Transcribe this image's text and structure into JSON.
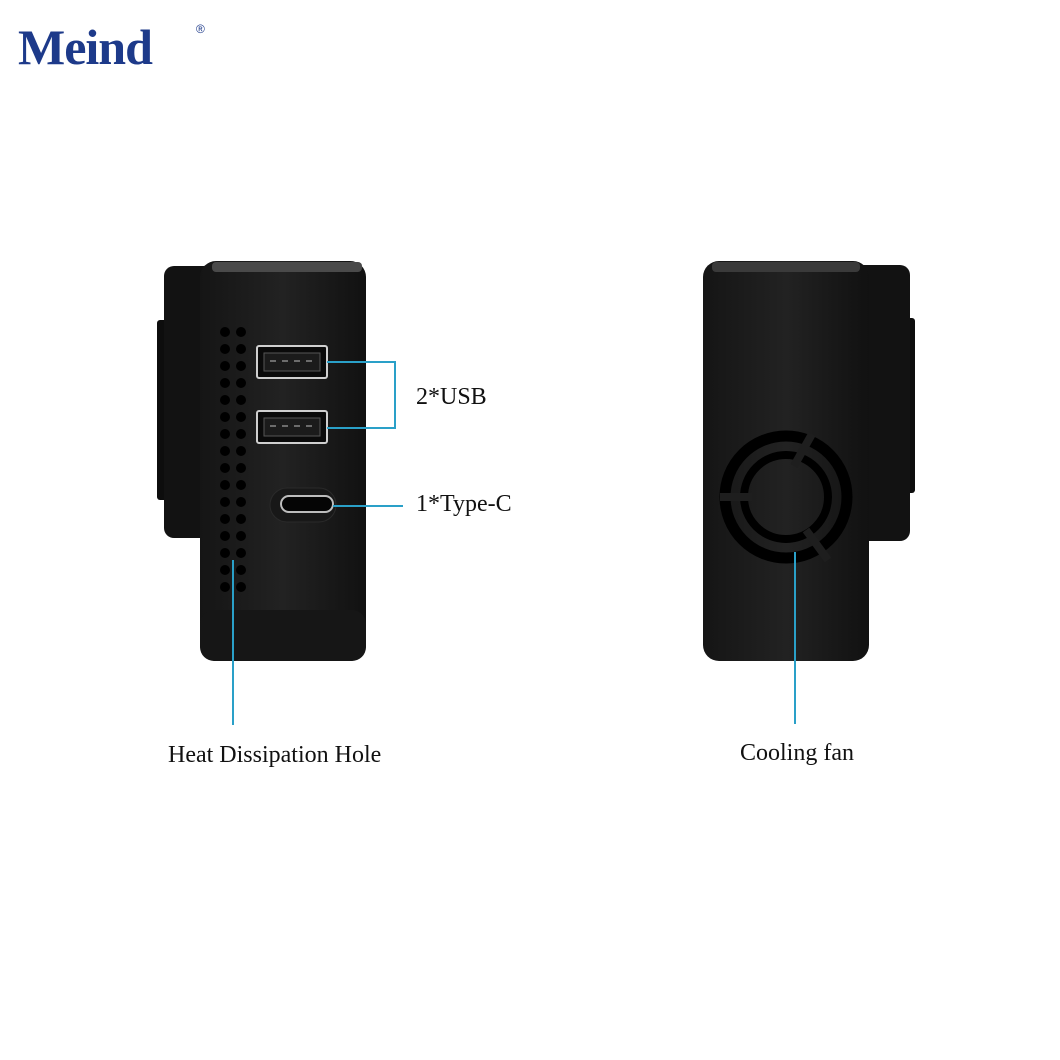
{
  "brand": {
    "name": "Meind",
    "registered_mark": "®",
    "colors": {
      "primary": "#1d3a8a",
      "accent": "#e51c23"
    }
  },
  "product_views": [
    {
      "view": "left-side",
      "callouts": [
        {
          "id": "usb",
          "label": "2*USB"
        },
        {
          "id": "type-c",
          "label": "1*Type-C"
        },
        {
          "id": "heat-holes",
          "label": "Heat Dissipation Hole"
        }
      ]
    },
    {
      "view": "right-side",
      "callouts": [
        {
          "id": "fan",
          "label": "Cooling fan"
        }
      ]
    }
  ],
  "leader_color": "#2aa0c8",
  "device_color": "#1a1a1a"
}
